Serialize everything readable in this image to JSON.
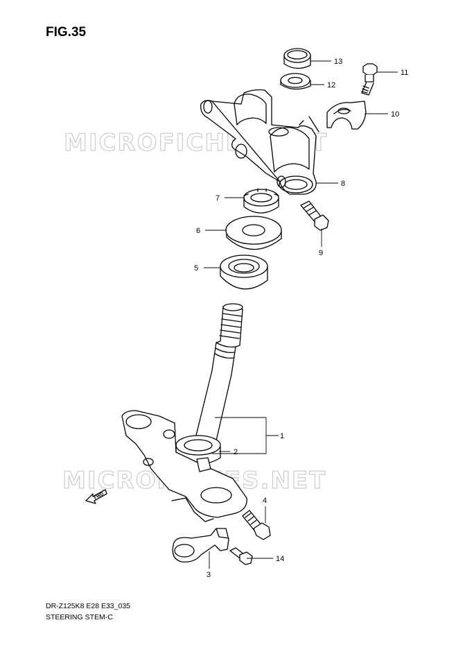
{
  "figure": {
    "title": "FIG.35"
  },
  "watermark": {
    "text": "MICROFICHES.NET"
  },
  "callouts": [
    "1",
    "2",
    "3",
    "4",
    "5",
    "6",
    "7",
    "8",
    "9",
    "10",
    "11",
    "12",
    "13",
    "14"
  ],
  "fwd_mark": "FWD",
  "footer": {
    "model_code": "DR-Z125K8 E28 E33_035",
    "section_name": "STEERING STEM-C"
  },
  "colors": {
    "line": "#000000",
    "watermark_outline": "#cfcfcf",
    "background": "#ffffff"
  }
}
